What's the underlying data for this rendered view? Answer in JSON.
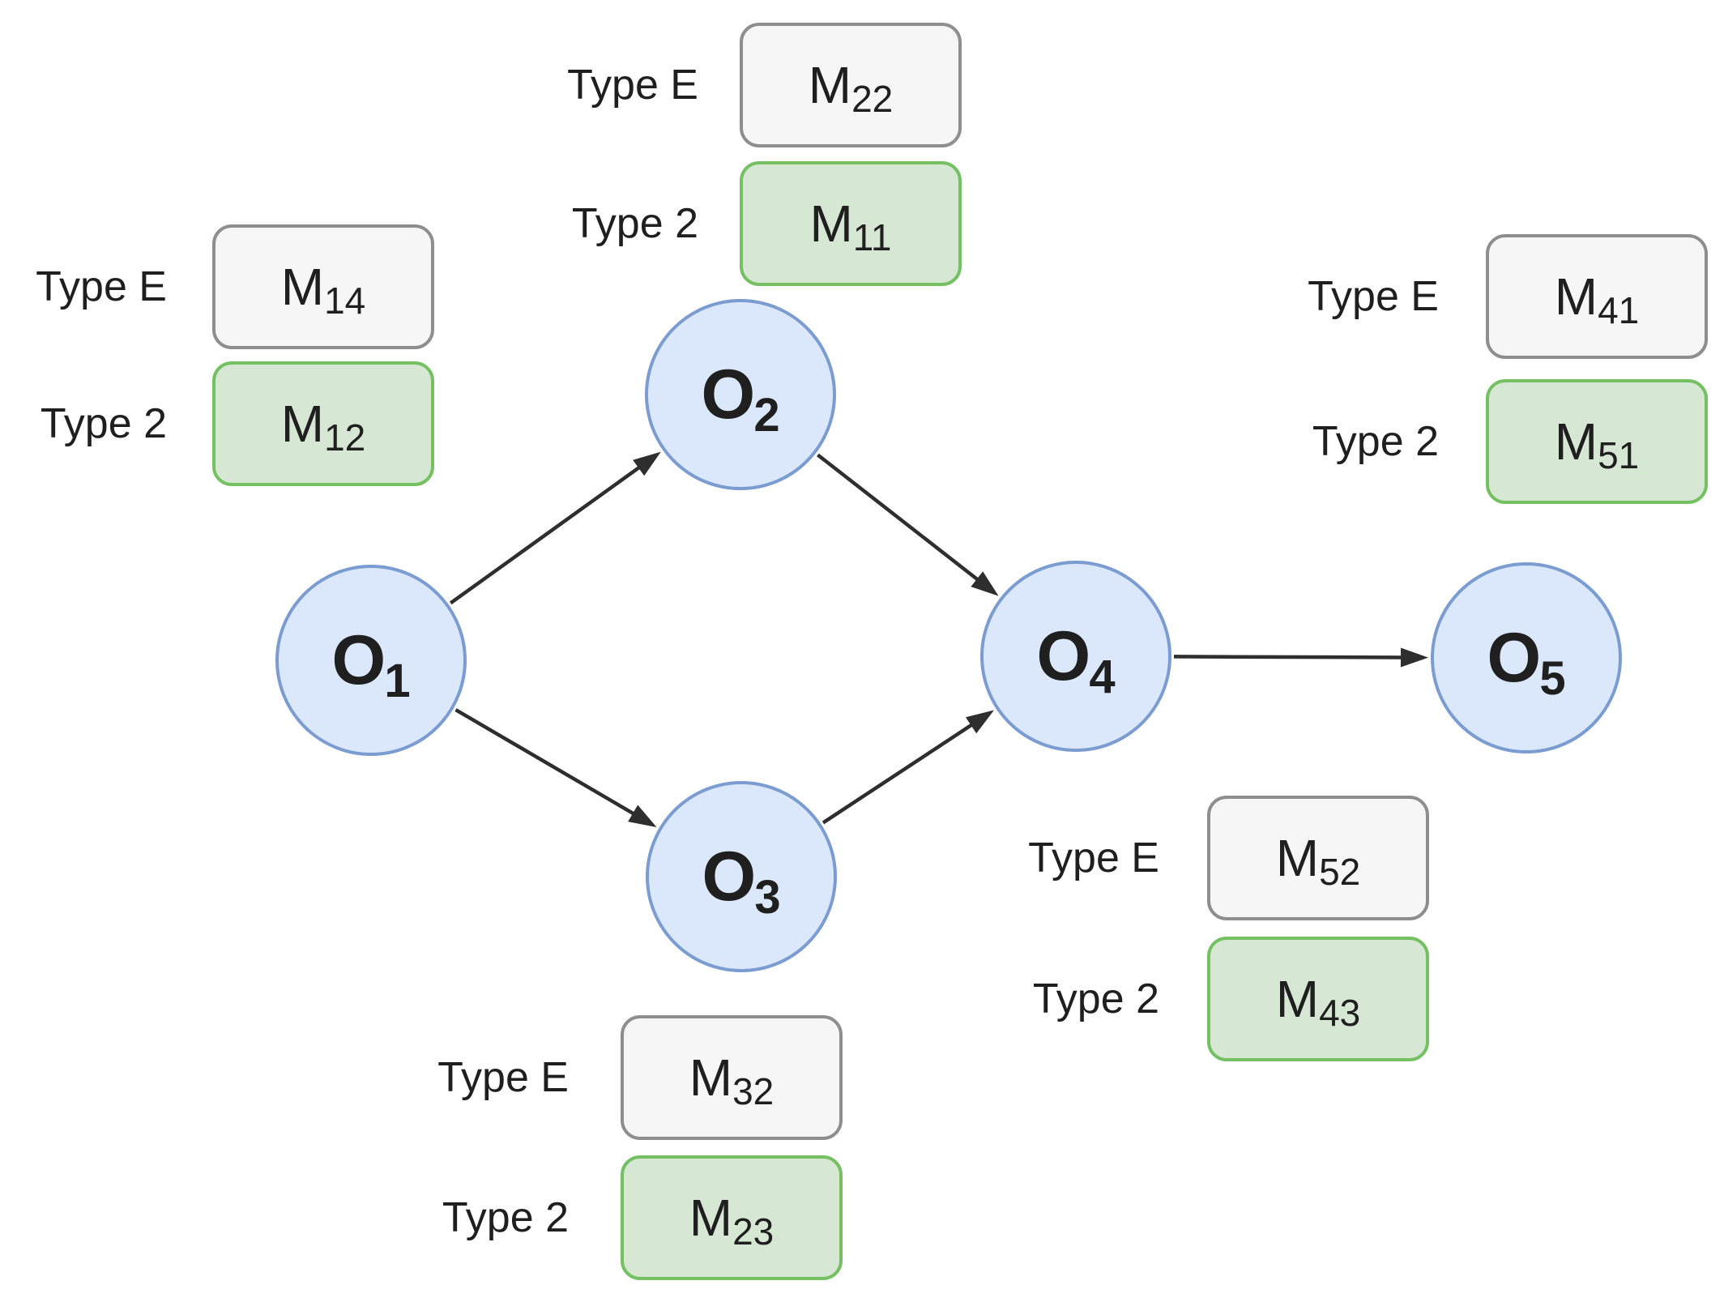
{
  "diagram": {
    "nodes": [
      {
        "id": "O1",
        "name": "O",
        "subscript": "1"
      },
      {
        "id": "O2",
        "name": "O",
        "subscript": "2"
      },
      {
        "id": "O3",
        "name": "O",
        "subscript": "3"
      },
      {
        "id": "O4",
        "name": "O",
        "subscript": "4"
      },
      {
        "id": "O5",
        "name": "O",
        "subscript": "5"
      }
    ],
    "edges": [
      {
        "from": "O1",
        "to": "O2"
      },
      {
        "from": "O1",
        "to": "O3"
      },
      {
        "from": "O2",
        "to": "O4"
      },
      {
        "from": "O3",
        "to": "O4"
      },
      {
        "from": "O4",
        "to": "O5"
      }
    ],
    "machine_groups": [
      {
        "id": "group-o1",
        "near_node": "O1",
        "rows": [
          {
            "type_label": "Type E",
            "machine": "M",
            "machine_subscript": "14",
            "variant": "type_e"
          },
          {
            "type_label": "Type 2",
            "machine": "M",
            "machine_subscript": "12",
            "variant": "type_2"
          }
        ]
      },
      {
        "id": "group-o2",
        "near_node": "O2",
        "rows": [
          {
            "type_label": "Type E",
            "machine": "M",
            "machine_subscript": "22",
            "variant": "type_e"
          },
          {
            "type_label": "Type 2",
            "machine": "M",
            "machine_subscript": "11",
            "variant": "type_2"
          }
        ]
      },
      {
        "id": "group-o5",
        "near_node": "O5",
        "rows": [
          {
            "type_label": "Type E",
            "machine": "M",
            "machine_subscript": "41",
            "variant": "type_e"
          },
          {
            "type_label": "Type 2",
            "machine": "M",
            "machine_subscript": "51",
            "variant": "type_2"
          }
        ]
      },
      {
        "id": "group-o4",
        "near_node": "O4",
        "rows": [
          {
            "type_label": "Type E",
            "machine": "M",
            "machine_subscript": "52",
            "variant": "type_e"
          },
          {
            "type_label": "Type 2",
            "machine": "M",
            "machine_subscript": "43",
            "variant": "type_2"
          }
        ]
      },
      {
        "id": "group-o3",
        "near_node": "O3",
        "rows": [
          {
            "type_label": "Type E",
            "machine": "M",
            "machine_subscript": "32",
            "variant": "type_e"
          },
          {
            "type_label": "Type 2",
            "machine": "M",
            "machine_subscript": "23",
            "variant": "type_2"
          }
        ]
      }
    ],
    "colors": {
      "background": "#ffffff",
      "node_fill": "#dbe8fb",
      "node_border": "#7b9cd1",
      "type_e_fill": "#f6f6f6",
      "type_e_border": "#8e8e8e",
      "type_2_fill": "#d6e8d3",
      "type_2_border": "#75c063",
      "edge": "#2e2e2e",
      "text": "#1f1f1f"
    }
  }
}
